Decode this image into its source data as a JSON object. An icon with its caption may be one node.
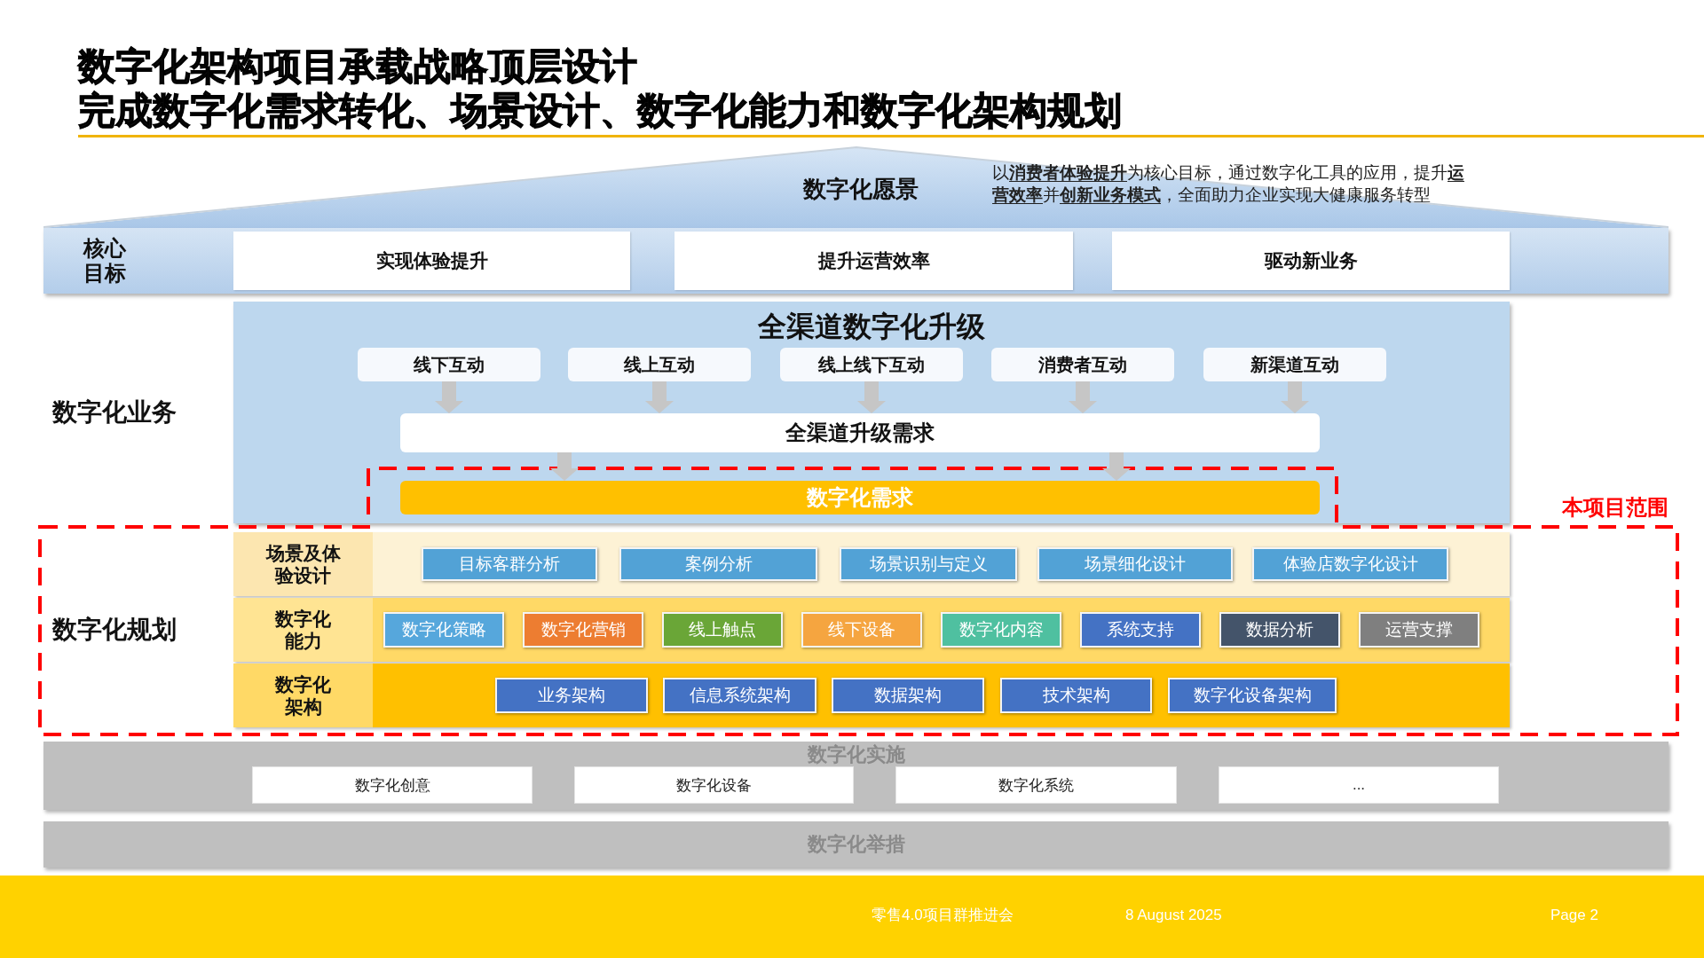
{
  "diagram": {
    "title": "数字化架构项目承载战略顶层设计",
    "nodes": [
      {
        "text": [
          "数字化愿景",
          "以**消费者体验提升**为核心目标，通过数字化工具的应用，提升**运营效率**并**创新业务模式**，全面助力企业实现大健康服务转型"
        ]
      },
      {
        "text": [
          "核心目标"
        ]
      },
      {
        "text": [
          "实现体验提升"
        ],
        "in": 1
      },
      {
        "text": [
          "提升运营效率"
        ],
        "in": 1
      },
      {
        "text": [
          "驱动新业务"
        ],
        "in": 1
      },
      {
        "text": [
          "全渠道数字化升级"
        ]
      },
      {
        "text": [
          "线下互动"
        ],
        "in": 5
      },
      {
        "text": [
          "线上互动"
        ],
        "in": 5
      },
      {
        "text": [
          "线上线下互动"
        ],
        "in": 5
      },
      {
        "text": [
          "消费者互动"
        ],
        "in": 5
      },
      {
        "text": [
          "新渠道互动"
        ],
        "in": 5
      },
      {
        "text": [
          "全渠道升级需求"
        ],
        "in": 5
      },
      {
        "text": [
          "数字化需求"
        ]
      },
      {
        "text": [
          "本项目范围"
        ]
      },
      {
        "text": [
          "场景及体验设计"
        ],
        "in": 13
      },
      {
        "text": [
          "目标客群分析"
        ],
        "in": 14
      },
      {
        "text": [
          "案例分析"
        ],
        "in": 14
      },
      {
        "text": [
          "场景识别与定义"
        ],
        "in": 14
      },
      {
        "text": [
          "场景细化设计"
        ],
        "in": 14
      },
      {
        "text": [
          "体验店数字化设计"
        ],
        "in": 14
      },
      {
        "text": [
          "数字化能力"
        ],
        "in": 13
      },
      {
        "text": [
          "数字化策略"
        ],
        "in": 20
      },
      {
        "text": [
          "数字化营销"
        ],
        "in": 20
      },
      {
        "text": [
          "线上触点"
        ],
        "in": 20
      },
      {
        "text": [
          "线下设备"
        ],
        "in": 20
      },
      {
        "text": [
          "数字化内容"
        ],
        "in": 20
      },
      {
        "text": [
          "系统支持"
        ],
        "in": 20
      },
      {
        "text": [
          "数据分析"
        ],
        "in": 20
      },
      {
        "text": [
          "运营支撑"
        ],
        "in": 20
      },
      {
        "text": [
          "数字化架构"
        ],
        "in": 13
      },
      {
        "text": [
          "业务架构"
        ],
        "in": 29
      },
      {
        "text": [
          "信息系统架构"
        ],
        "in": 29
      },
      {
        "text": [
          "数据架构"
        ],
        "in": 29
      },
      {
        "text": [
          "技术架构"
        ],
        "in": 29
      },
      {
        "text": [
          "数字化设备架构"
        ],
        "in": 29
      },
      {
        "text": [
          "数字化实施"
        ]
      },
      {
        "text": [
          "数字化创意"
        ],
        "in": 35
      },
      {
        "text": [
          "数字化设备"
        ],
        "in": 35
      },
      {
        "text": [
          "数字化系统"
        ],
        "in": 35
      },
      {
        "text": [
          "..."
        ],
        "in": 35
      },
      {
        "text": [
          "数字化举措"
        ]
      }
    ],
    "edges": [
      {
        "from": 6,
        "to": 11,
        "arrow": "to"
      },
      {
        "from": 7,
        "to": 11,
        "arrow": "to"
      },
      {
        "from": 8,
        "to": 11,
        "arrow": "to"
      },
      {
        "from": 9,
        "to": 11,
        "arrow": "to"
      },
      {
        "from": 10,
        "to": 11,
        "arrow": "to"
      },
      {
        "from": 11,
        "to": 12,
        "arrow": "to"
      },
      {
        "from": 11,
        "to": 12,
        "arrow": "to"
      }
    ],
    "labels": [
      "完成数字化需求转化、场景设计、数字化能力和数字化架构规划",
      "数字化业务",
      "数字化规划",
      "零售4.0项目群推进会",
      "8 August 2025",
      "Page 2"
    ]
  }
}
